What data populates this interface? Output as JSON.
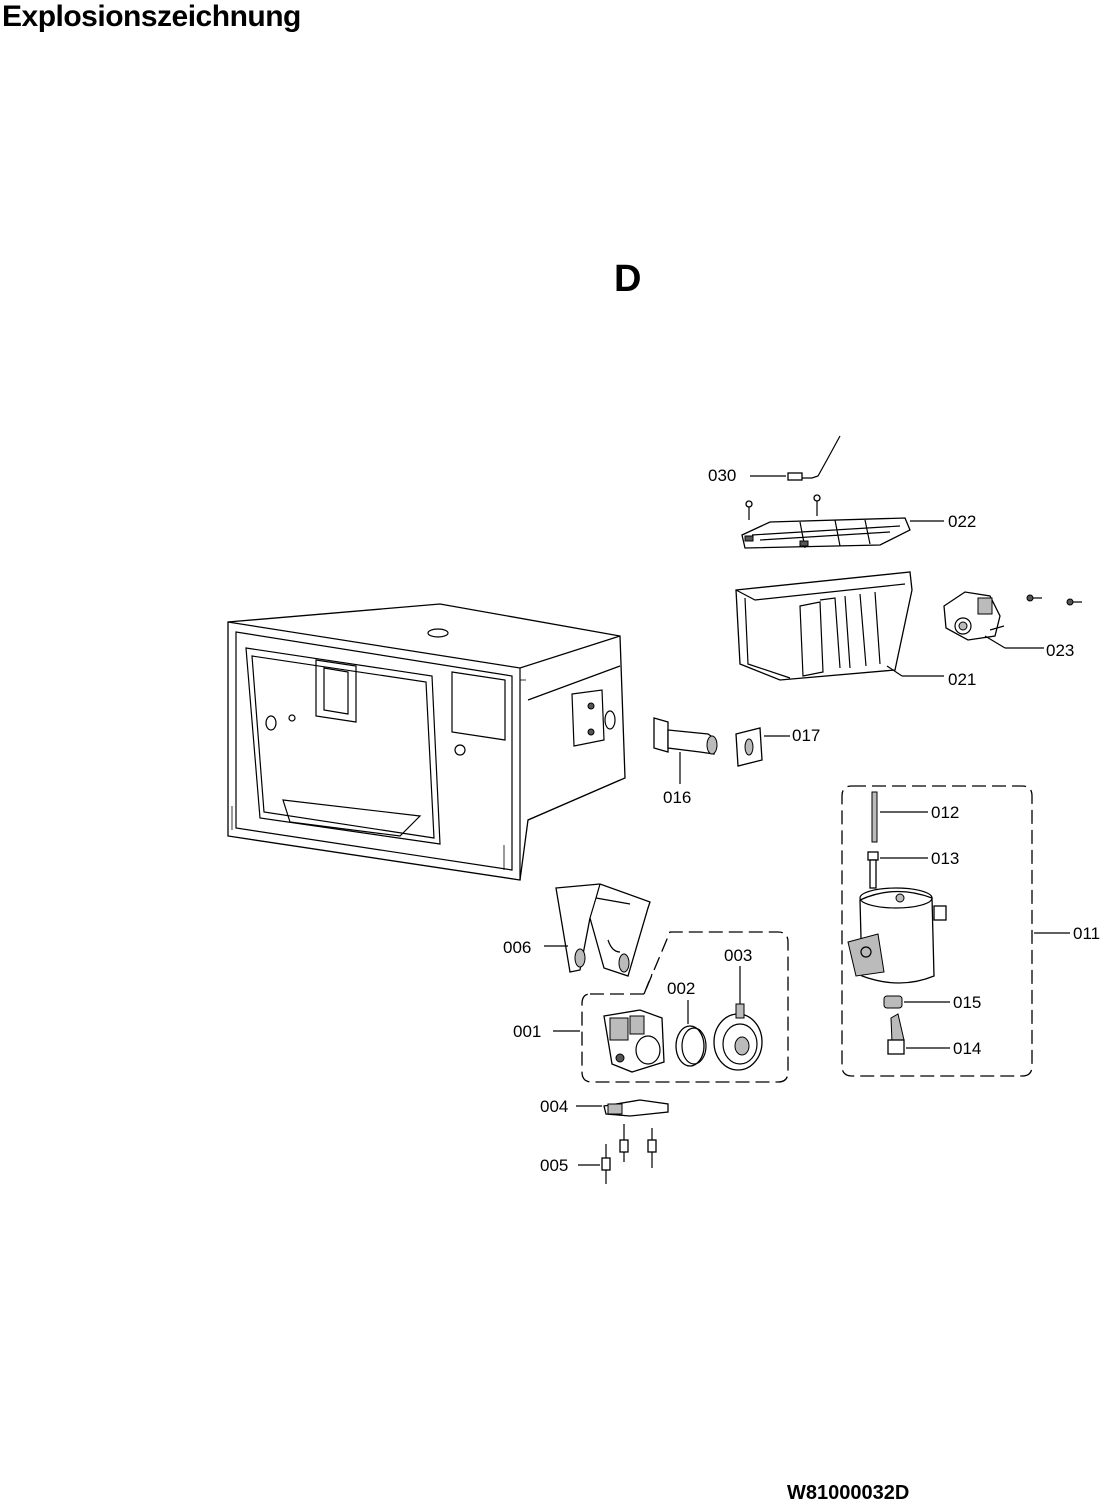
{
  "page": {
    "title": "Explosionszeichnung",
    "section_letter": "D",
    "document_number": "W81000032D"
  },
  "callouts": {
    "p030": "030",
    "p022": "022",
    "p023": "023",
    "p021": "021",
    "p017": "017",
    "p016": "016",
    "p012": "012",
    "p013": "013",
    "p011": "011",
    "p015": "015",
    "p014": "014",
    "p006": "006",
    "p003": "003",
    "p002": "002",
    "p001": "001",
    "p004": "004",
    "p005": "005"
  }
}
